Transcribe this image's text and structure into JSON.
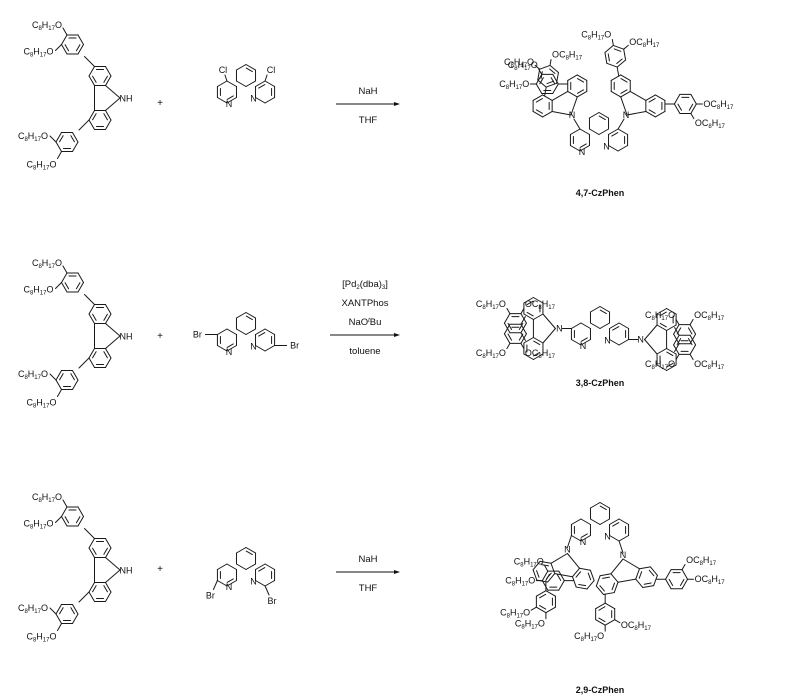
{
  "scheme": {
    "title": "Synthesis of CzPhen isomers",
    "reactions": [
      {
        "id": "rxn1",
        "reactant_carbazole": {
          "name": "3,6-bis(3,4-dioctyloxyphenyl)carbazole",
          "nh_label": "NH",
          "substituent_labels": [
            "C8H17O",
            "C8H17O",
            "C8H17O",
            "C8H17O"
          ]
        },
        "plus": "+",
        "reactant_phen": {
          "name": "4,7-dichloro-1,10-phenanthroline",
          "halogen": "Cl",
          "n_label": "N"
        },
        "reagents_above": [
          "NaH"
        ],
        "reagents_below": [
          "THF"
        ],
        "product_label": "4,7-CzPhen"
      },
      {
        "id": "rxn2",
        "reactant_carbazole": {
          "name": "3,6-bis(3,4-dioctyloxyphenyl)carbazole",
          "nh_label": "NH",
          "substituent_labels": [
            "C8H17O",
            "C8H17O",
            "C8H17O",
            "C8H17O"
          ]
        },
        "plus": "+",
        "reactant_phen": {
          "name": "3,8-dibromo-1,10-phenanthroline",
          "halogen": "Br",
          "n_label": "N"
        },
        "reagents_above": [
          "[Pd2(dba)3]",
          "XANTPhos",
          "NaOtBu"
        ],
        "reagents_below": [
          "toluene"
        ],
        "product_label": "3,8-CzPhen"
      },
      {
        "id": "rxn3",
        "reactant_carbazole": {
          "name": "3,6-bis(3,4-dioctyloxyphenyl)carbazole",
          "nh_label": "NH",
          "substituent_labels": [
            "C8H17O",
            "C8H17O",
            "C8H17O",
            "C8H17O"
          ]
        },
        "plus": "+",
        "reactant_phen": {
          "name": "2,9-dibromo-1,10-phenanthroline",
          "halogen": "Br",
          "n_label": "N"
        },
        "reagents_above": [
          "NaH"
        ],
        "reagents_below": [
          "THF"
        ],
        "product_label": "2,9-CzPhen"
      }
    ],
    "text": {
      "oc8h17_left": "C8H17O",
      "oc8h17_right": "OC8H17",
      "n": "N",
      "nh": "NH",
      "plus": "+"
    }
  }
}
